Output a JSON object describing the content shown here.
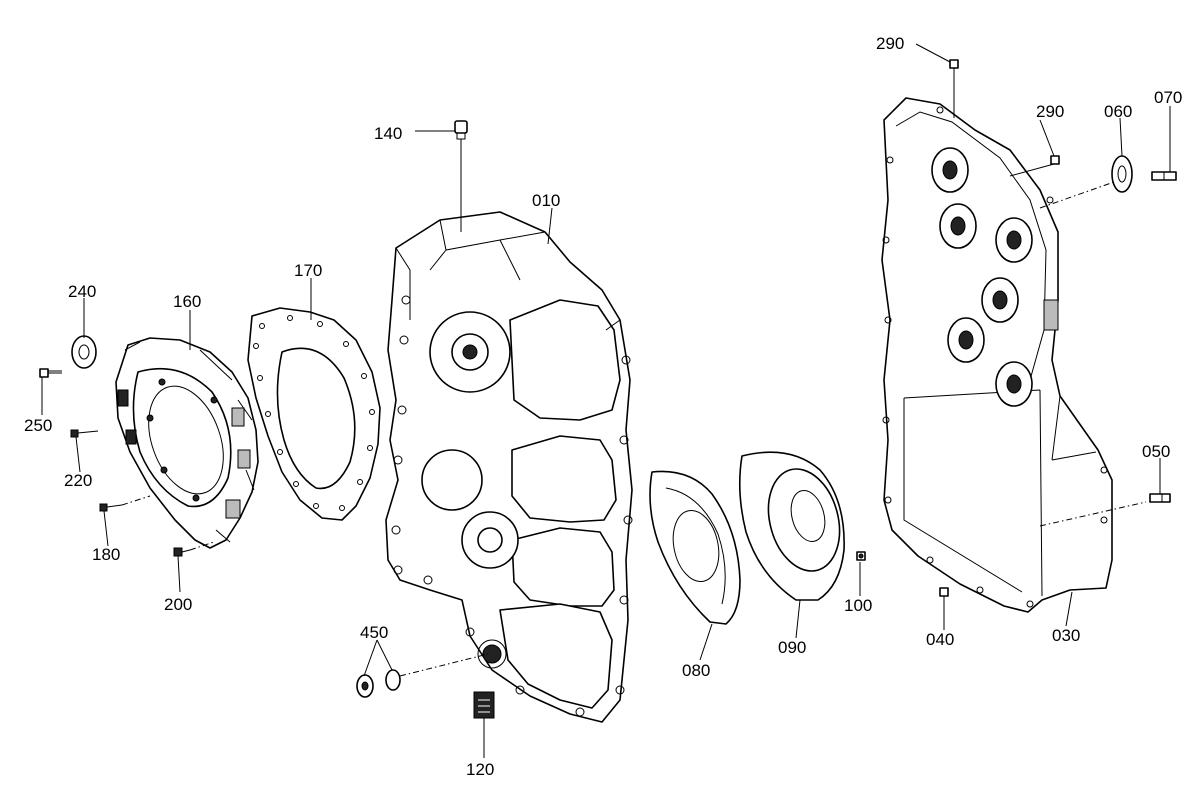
{
  "labels": {
    "p010": "010",
    "p030": "030",
    "p040": "040",
    "p050": "050",
    "p060": "060",
    "p070": "070",
    "p080": "080",
    "p090": "090",
    "p100": "100",
    "p120": "120",
    "p140": "140",
    "p160": "160",
    "p170": "170",
    "p180": "180",
    "p200": "200",
    "p220": "220",
    "p240": "240",
    "p250": "250",
    "p290a": "290",
    "p290b": "290",
    "p450": "450"
  }
}
